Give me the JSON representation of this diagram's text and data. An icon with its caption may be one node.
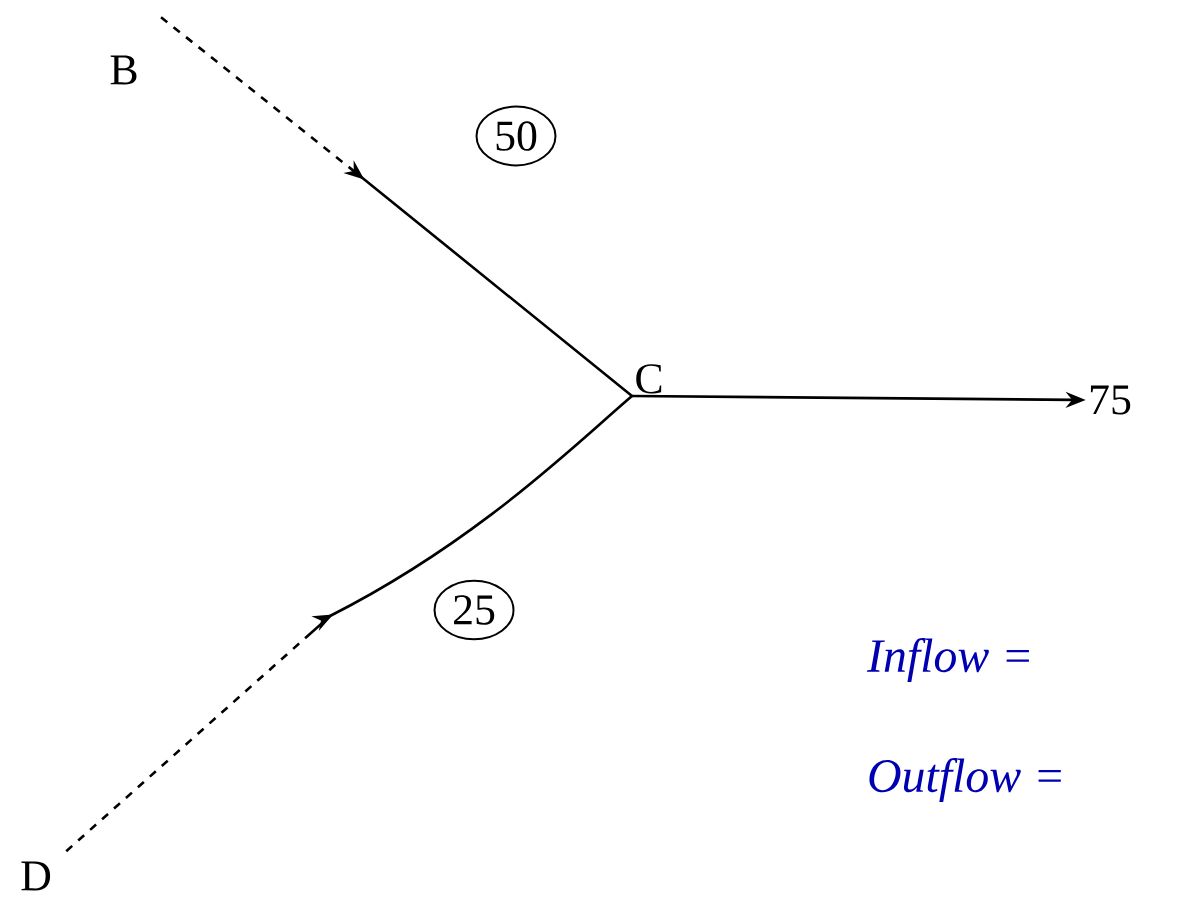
{
  "diagram": {
    "nodes": [
      {
        "text": [
          "B"
        ]
      },
      {
        "text": [
          "D"
        ]
      },
      {
        "text": [
          "C"
        ]
      },
      {
        "text": [
          "75"
        ]
      }
    ],
    "edges": [
      {
        "from": 0,
        "to": 2,
        "arrow": "to",
        "label": "50",
        "style": "dashed"
      },
      {
        "from": 1,
        "to": 2,
        "arrow": "to",
        "label": "25",
        "style": "dashed"
      },
      {
        "from": 2,
        "to": 3,
        "arrow": "to"
      }
    ],
    "labels": [
      "Inflow =",
      "Outflow ="
    ]
  }
}
